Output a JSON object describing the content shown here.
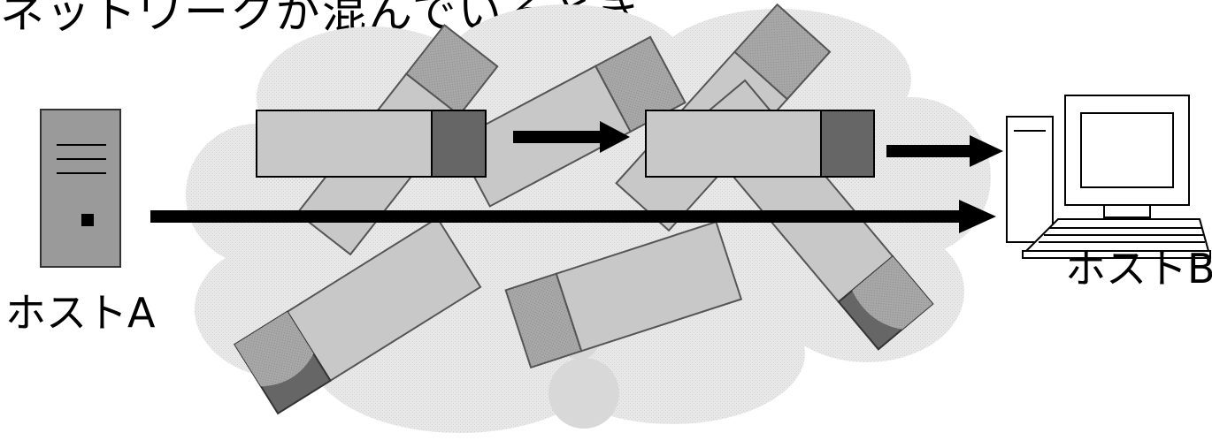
{
  "title": "ネットワークが混んでいるとき",
  "hosts": {
    "a_label": "ホストA",
    "b_label": "ホストB"
  },
  "colors": {
    "cloud": "#e6e6e6",
    "packet_body": "#c8c8c8",
    "packet_header": "#666666",
    "background_packet_header": "#9a9a9a",
    "arrow": "#000000",
    "server": "#9a9a9a"
  },
  "icons": [
    "server-icon",
    "desktop-computer-icon",
    "arrow-icon"
  ]
}
